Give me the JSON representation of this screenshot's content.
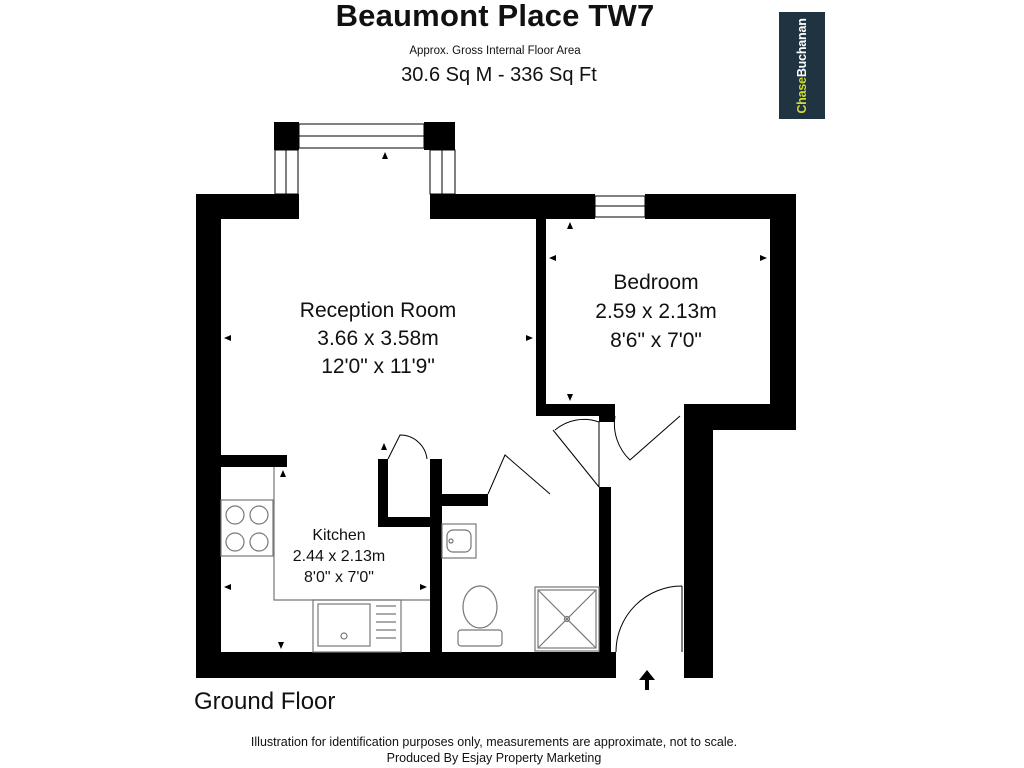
{
  "header": {
    "title": "Beaumont Place TW7",
    "subtitle": "Approx. Gross Internal Floor Area",
    "area": "30.6 Sq M - 336 Sq Ft"
  },
  "logo": {
    "part1": "Chase",
    "part2": "Buchanan",
    "bg_color": "#1f3341",
    "accent_color": "#cddc2e"
  },
  "rooms": {
    "reception": {
      "name": "Reception Room",
      "metric": "3.66 x 3.58m",
      "imperial": "12'0\" x 11'9\""
    },
    "bedroom": {
      "name": "Bedroom",
      "metric": "2.59 x 2.13m",
      "imperial": "8'6\" x 7'0\""
    },
    "kitchen": {
      "name": "Kitchen",
      "metric": "2.44 x 2.13m",
      "imperial": "8'0\" x 7'0\""
    }
  },
  "floor_label": "Ground Floor",
  "disclaimer": {
    "line1": "Illustration for identification purposes only, measurements are approximate, not to scale.",
    "line2": "Produced By Esjay Property Marketing"
  },
  "colors": {
    "wall": "#000000",
    "fixture": "#777777"
  }
}
